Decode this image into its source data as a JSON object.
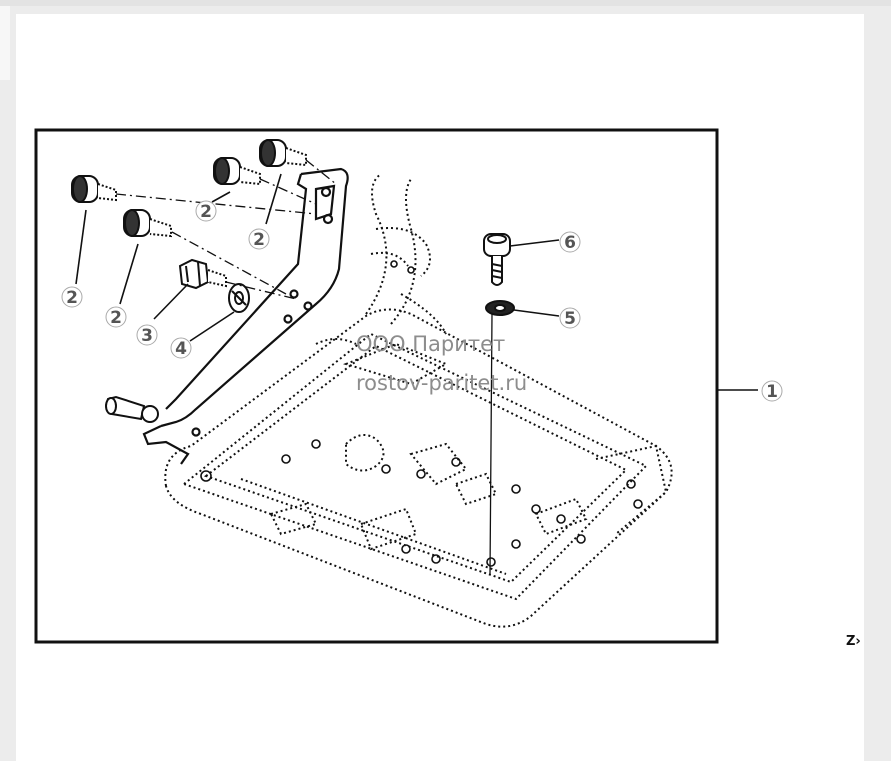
{
  "watermark": {
    "company": "ООО Паритет",
    "site": "rostov-paritet.ru"
  },
  "corner_mark": "Z›",
  "callouts": [
    {
      "id": "c1",
      "number": "1"
    },
    {
      "id": "c2a",
      "number": "2"
    },
    {
      "id": "c2b",
      "number": "2"
    },
    {
      "id": "c2c",
      "number": "2"
    },
    {
      "id": "c2d",
      "number": "2"
    },
    {
      "id": "c3",
      "number": "3"
    },
    {
      "id": "c4",
      "number": "4"
    },
    {
      "id": "c5",
      "number": "5"
    },
    {
      "id": "c6",
      "number": "6"
    }
  ],
  "colors": {
    "line": "#111111",
    "callout_text": "#555555",
    "watermark": "#8d8d8d"
  }
}
